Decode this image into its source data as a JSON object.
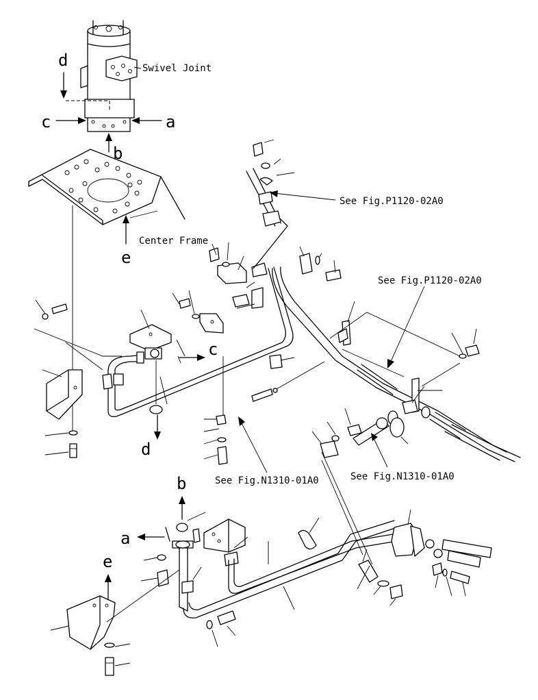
{
  "labels": {
    "swivel_joint": "Swivel Joint",
    "center_frame": "Center Frame",
    "see_p1120_a": "See Fig.P1120-02A0",
    "see_p1120_b": "See Fig.P1120-02A0",
    "see_n1310_a": "See Fig.N1310-01A0",
    "see_n1310_b": "See Fig.N1310-01A0"
  },
  "view_markers": {
    "a_top": "a",
    "b_top": "b",
    "c_top": "c",
    "d_top": "d",
    "e_top": "e",
    "c_mid": "c",
    "d_mid": "d",
    "a_low": "a",
    "b_low": "b",
    "e_low": "e"
  }
}
